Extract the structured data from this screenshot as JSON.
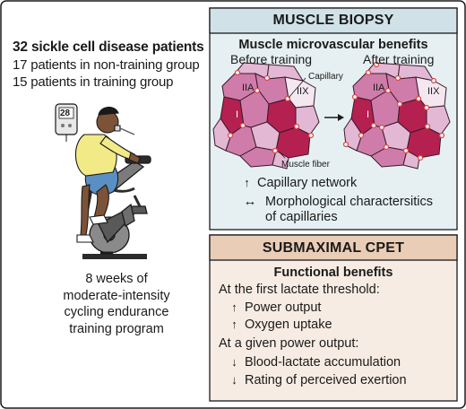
{
  "study": {
    "title": "32 sickle cell disease patients",
    "group_non_training": "17 patients in non-training group",
    "group_training": "15 patients in training group",
    "device_reading": "28",
    "program_lines": [
      "8 weeks of",
      "moderate-intensity",
      "cycling endurance",
      "training program"
    ]
  },
  "biopsy": {
    "header": "MUSCLE BIOPSY",
    "subtitle": "Muscle microvascular benefits",
    "before_label": "Before training",
    "after_label": "After training",
    "capillary_label": "Capillary",
    "fiber_label": "Muscle fiber",
    "fiber_types": {
      "type1": "I",
      "type2a": "IIA",
      "type2x": "IIX"
    },
    "benefits": [
      {
        "icon": "up-arrow-icon",
        "glyph": "↑",
        "lines": [
          "Capillary network"
        ]
      },
      {
        "icon": "double-arrow-icon",
        "glyph": "↔",
        "lines": [
          "Morphological charactersitics",
          "of capillaries"
        ]
      }
    ]
  },
  "cpet": {
    "header": "SUBMAXIMAL CPET",
    "subtitle": "Functional benefits",
    "threshold_heading": "At the first lactate threshold:",
    "threshold_items": [
      {
        "icon": "up-arrow-icon",
        "glyph": "↑",
        "label": "Power output"
      },
      {
        "icon": "up-arrow-icon",
        "glyph": "↑",
        "label": "Oxygen uptake"
      }
    ],
    "power_heading": "At a given power output:",
    "power_items": [
      {
        "icon": "down-arrow-icon",
        "glyph": "↓",
        "label": "Blood-lactate accumulation"
      },
      {
        "icon": "down-arrow-icon",
        "glyph": "↓",
        "label": "Rating of perceived exertion"
      }
    ]
  },
  "colors": {
    "frame": "#1a1a1a",
    "biopsy_bg": "#e6f0f2",
    "biopsy_header_bg": "#d0e2e8",
    "cpet_bg": "#f7ece3",
    "cpet_header_bg": "#e9cdb6",
    "fiber_dark": "#b4204f",
    "fiber_mid": "#cf7cab",
    "fiber_light": "#e3b8d4",
    "fiber_white": "#f4e7ef",
    "capillary": "#d84a4a"
  }
}
